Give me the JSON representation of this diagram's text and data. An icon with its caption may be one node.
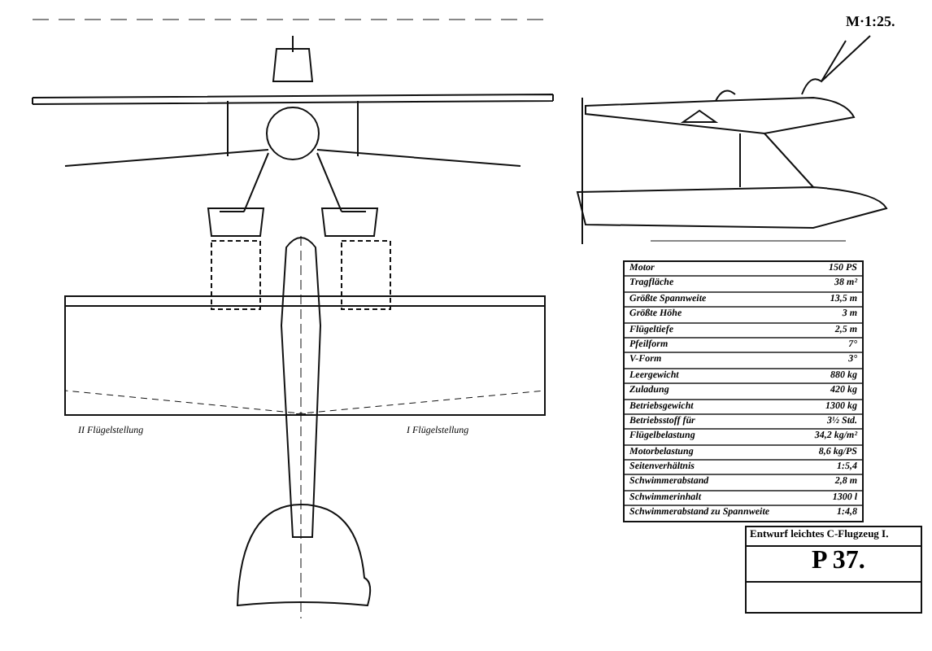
{
  "diagram": {
    "labels": [
      "M·1:25.",
      "Motor",
      "150 PS",
      "Tragfläche",
      "38 m²",
      "Größte Spannweite",
      "13,5 m",
      "Größte Höhe",
      "3 m",
      "Flügeltiefe",
      "2,5 m",
      "Pfeilform",
      "7°",
      "V-Form",
      "3°",
      "Leergewicht",
      "880 kg",
      "Zuladung",
      "420 kg",
      "Betriebsgewicht",
      "1300 kg",
      "Betriebsstoff für",
      "3½ Std.",
      "Flügelbelastung",
      "34,2 kg/m²",
      "Motorbelastung",
      "8,6 kg/PS",
      "Seitenverhältnis",
      "1:5,4",
      "Schwimmerabstand",
      "2,8 m",
      "Schwimmerinhalt",
      "1300 l",
      "Schwimmerabstand zu Spannweite",
      "1:4,8",
      "II Flügelstellung",
      "I Flügelstellung",
      "Entwurf leichtes C-Flugzeug I.",
      "P 37."
    ]
  }
}
